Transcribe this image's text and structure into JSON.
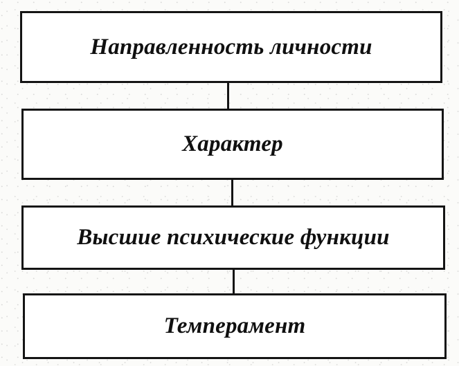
{
  "diagram": {
    "boxes": [
      {
        "label": "Направленность личности"
      },
      {
        "label": "Характер"
      },
      {
        "label": "Высшие психические функции"
      },
      {
        "label": "Темперамент"
      }
    ]
  }
}
